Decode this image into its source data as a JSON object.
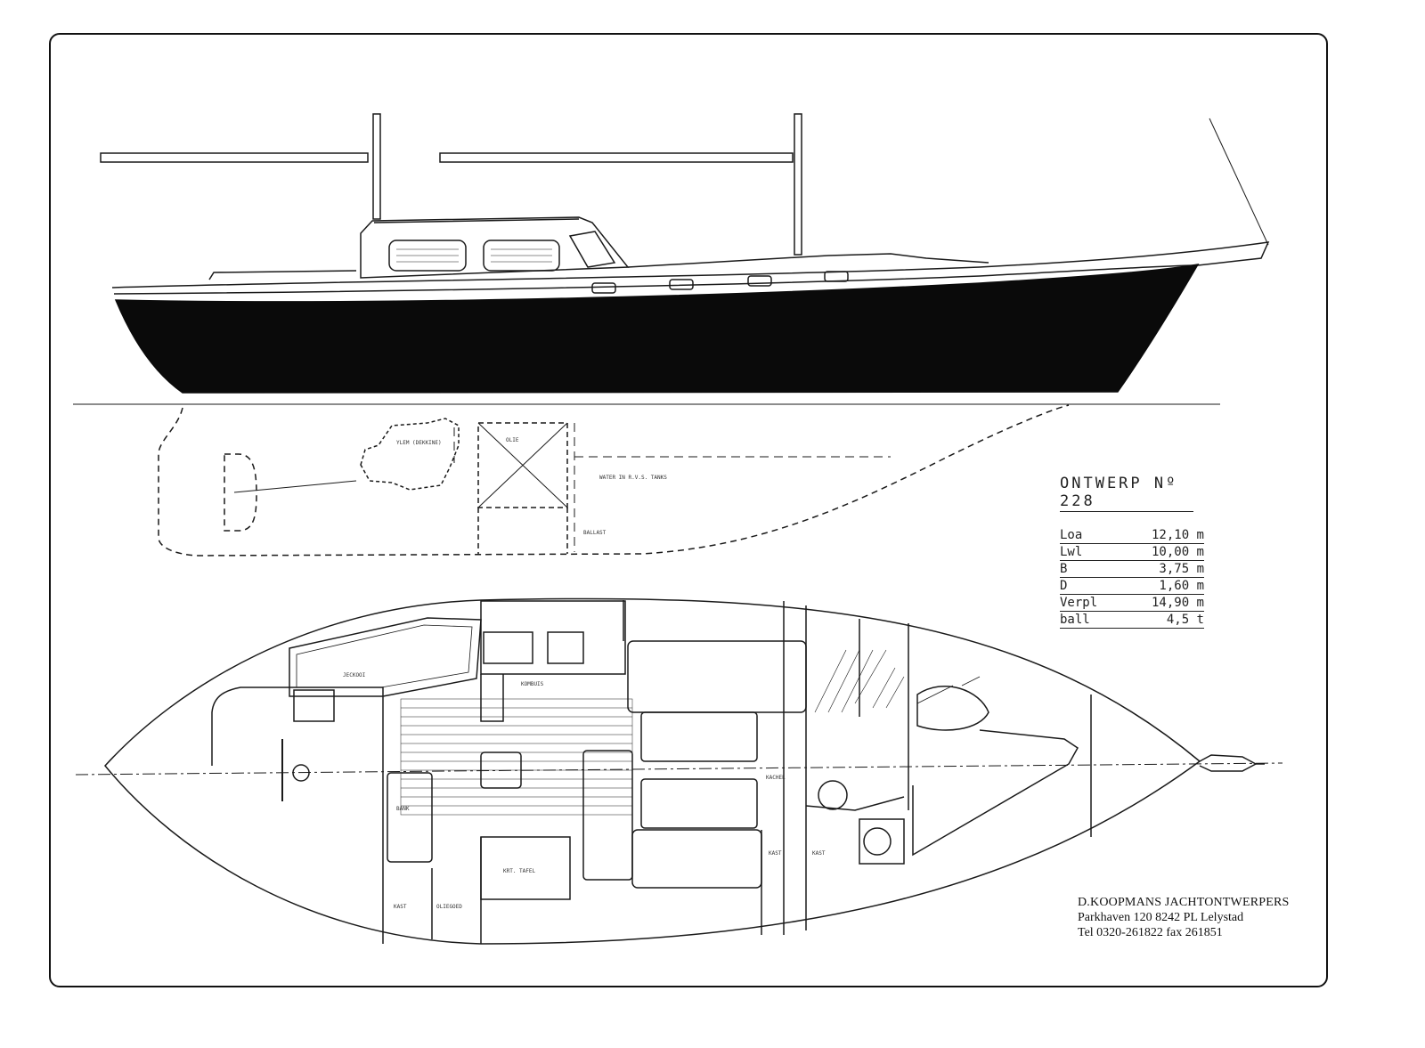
{
  "design": {
    "title": "ONTWERP Nº 228",
    "specs": [
      {
        "label": "Loa",
        "value": "12,10 m"
      },
      {
        "label": "Lwl",
        "value": "10,00 m"
      },
      {
        "label": "B",
        "value": "3,75 m"
      },
      {
        "label": "D",
        "value": "1,60 m"
      },
      {
        "label": "Verpl",
        "value": "14,90 m"
      },
      {
        "label": "ball",
        "value": "4,5 t"
      }
    ]
  },
  "designer": {
    "name": "D.KOOPMANS JACHTONTWERPERS",
    "address": "Parkhaven 120 8242 PL Lelystad",
    "phone": "Tel 0320-261822 fax 261851"
  },
  "profile_labels": {
    "engine": "YLEM (DEKKINE)",
    "tank": "OLIE",
    "water": "WATER IN R.V.S. TANKS",
    "ballast": "BALLAST"
  },
  "plan_labels": {
    "jekooi": "JECKOOI",
    "kombuis": "KOMBUIS",
    "bank": "BANK",
    "kast_1": "KAST",
    "oliegoed": "OLIEGOED",
    "kaarttafel": "KRT. TAFEL",
    "kachel": "KACHEL",
    "kast_2": "KAST",
    "kast_3": "KAST"
  },
  "colors": {
    "hull": "#0a0a0a",
    "line": "#1a1a1a",
    "paper": "#ffffff"
  }
}
